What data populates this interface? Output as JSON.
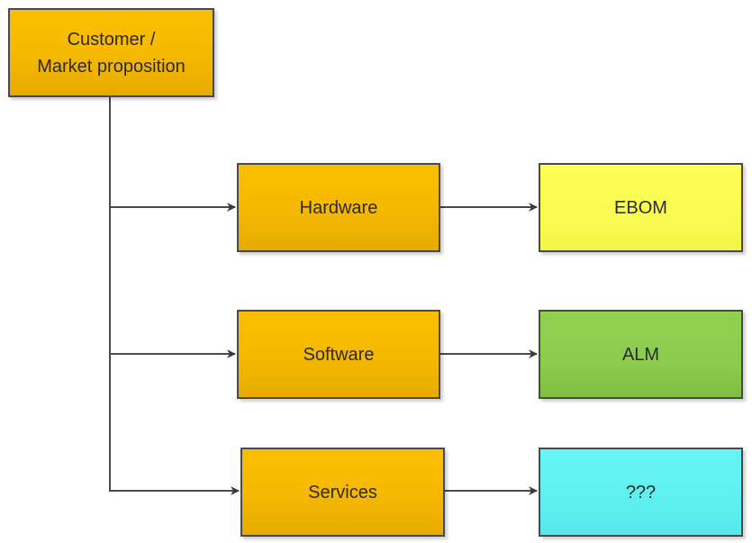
{
  "diagram": {
    "type": "flow",
    "nodes": {
      "root": {
        "label": "Customer /\nMarket proposition",
        "color": "#f5b800"
      },
      "hardware": {
        "label": "Hardware",
        "color": "#f5b800"
      },
      "software": {
        "label": "Software",
        "color": "#f5b800"
      },
      "services": {
        "label": "Services",
        "color": "#f5b800"
      },
      "ebom": {
        "label": "EBOM",
        "color": "#fafa50"
      },
      "alm": {
        "label": "ALM",
        "color": "#8ccb4b"
      },
      "unknown": {
        "label": "???",
        "color": "#5ef0f0"
      }
    },
    "edges": [
      {
        "from": "root",
        "to": "hardware"
      },
      {
        "from": "root",
        "to": "software"
      },
      {
        "from": "root",
        "to": "services"
      },
      {
        "from": "hardware",
        "to": "ebom"
      },
      {
        "from": "software",
        "to": "alm"
      },
      {
        "from": "services",
        "to": "unknown"
      }
    ],
    "connector_color": "#4a4a4a"
  }
}
